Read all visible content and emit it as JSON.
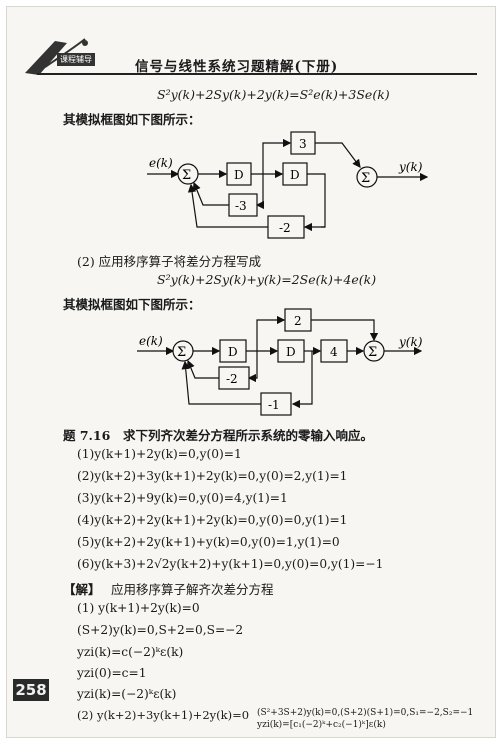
{
  "header": {
    "logo_text": "课程辅导",
    "title": "信号与线性系统习题精解(下册)"
  },
  "equation1": "S²y(k)+2Sy(k)+2y(k)=S²e(k)+3Se(k)",
  "caption1": "其模拟框图如下图所示：",
  "diagram1": {
    "input": "e(k)",
    "output": "y(k)",
    "sum1": "Σ",
    "sum2": "Σ",
    "delay1": "D",
    "delay2": "D",
    "gain_top": "3",
    "gain_fb1": "-3",
    "gain_fb2": "-2"
  },
  "part2_intro": "(2) 应用移序算子将差分方程写成",
  "equation2": "S²y(k)+2Sy(k)+y(k)=2Se(k)+4e(k)",
  "caption2": "其模拟框图如下图所示：",
  "diagram2": {
    "input": "e(k)",
    "output": "y(k)",
    "sum1": "Σ",
    "sum2": "Σ",
    "delay1": "D",
    "delay2": "D",
    "gain_top": "2",
    "gain_mid": "4",
    "gain_fb1": "-2",
    "gain_fb2": "-1"
  },
  "problem": {
    "number": "题 7.16",
    "statement": "求下列齐次差分方程所示系统的零输入响应。"
  },
  "items": [
    "(1)y(k+1)+2y(k)=0,y(0)=1",
    "(2)y(k+2)+3y(k+1)+2y(k)=0,y(0)=2,y(1)=1",
    "(3)y(k+2)+9y(k)=0,y(0)=4,y(1)=1",
    "(4)y(k+2)+2y(k+1)+2y(k)=0,y(0)=0,y(1)=1",
    "(5)y(k+2)+2y(k+1)+y(k)=0,y(0)=1,y(1)=0",
    "(6)y(k+3)+2√2y(k+2)+y(k+1)=0,y(0)=0,y(1)=−1"
  ],
  "solution": {
    "label": "【解】",
    "intro": "应用移序算子解齐次差分方程",
    "lines": [
      "(1) y(k+1)+2y(k)=0",
      "(S+2)y(k)=0,S+2=0,S=−2",
      "yzi(k)=c(−2)ᵏε(k)",
      "yzi(0)=c=1",
      "yzi(k)=(−2)ᵏε(k)",
      "(2) y(k+2)+3y(k+1)+2y(k)=0",
      "(S²+3S+2)y(k)=0,(S+2)(S+1)=0,S₁=−2,S₂=−1",
      "yzi(k)=[c₁(−2)ᵏ+c₂(−1)ᵏ]ε(k)"
    ]
  },
  "page_number": "258"
}
